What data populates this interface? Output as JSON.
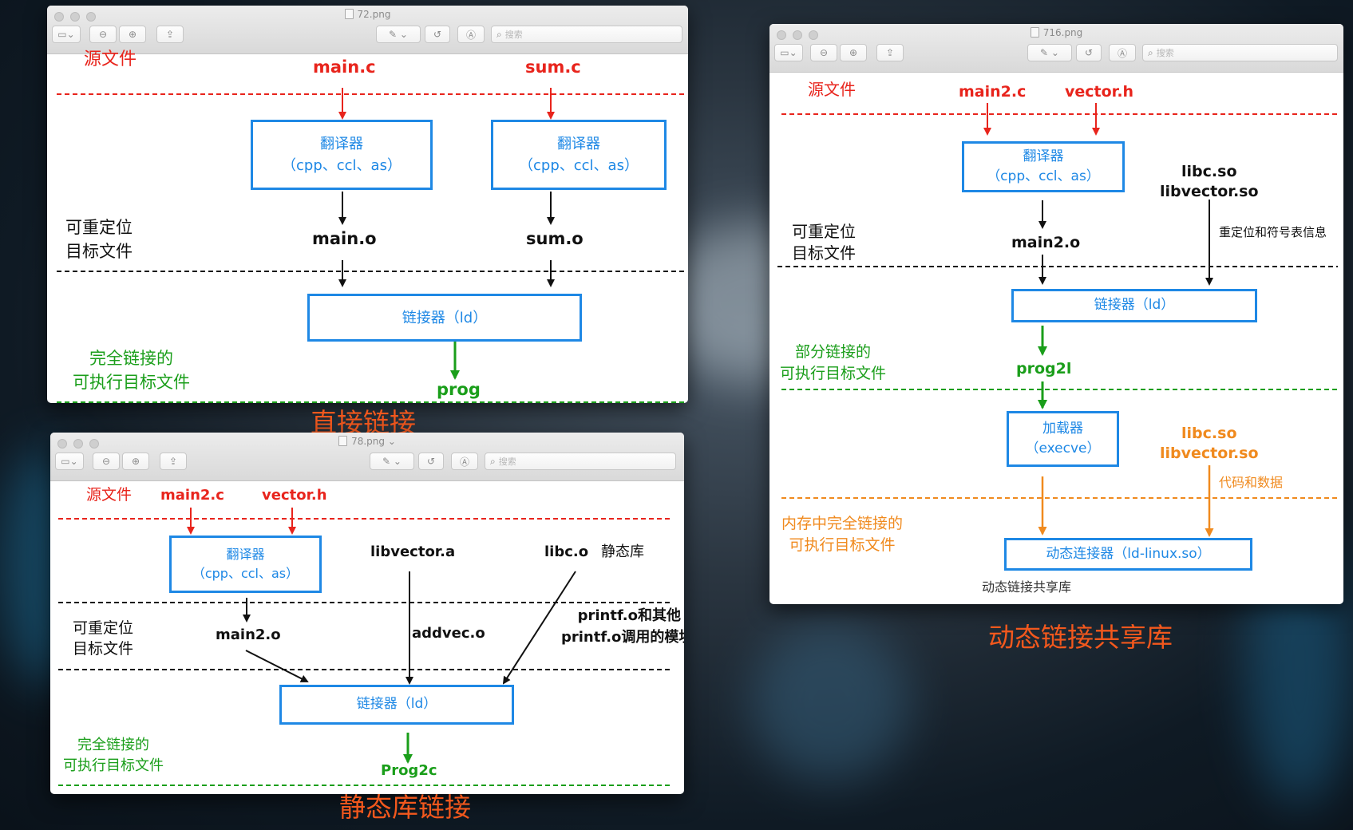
{
  "colors": {
    "red": "#e8241c",
    "blue": "#1e88e5",
    "green": "#1a9e1a",
    "orange": "#f08a1e",
    "black": "#111111",
    "caption_orange": "#f2581d"
  },
  "toolbar_icons": [
    "sidebar-icon",
    "zoom-out-icon",
    "zoom-in-icon",
    "share-icon",
    "markup-pen-icon",
    "chevron-down-icon",
    "rotate-icon",
    "annotate-icon",
    "search-icon"
  ],
  "search_placeholder": "搜索",
  "windows": {
    "direct": {
      "filename": "72.png",
      "caption": "直接链接",
      "label_source": "源文件",
      "label_reloc_1": "可重定位",
      "label_reloc_2": "目标文件",
      "label_exec_1": "完全链接的",
      "label_exec_2": "可执行目标文件",
      "src_a": "main.c",
      "src_b": "sum.c",
      "tr_a_1": "翻译器",
      "tr_a_2": "（cpp、ccl、as）",
      "tr_b_1": "翻译器",
      "tr_b_2": "（cpp、ccl、as）",
      "obj_a": "main.o",
      "obj_b": "sum.o",
      "linker": "链接器（ld）",
      "output": "prog"
    },
    "static": {
      "filename": "78.png",
      "caption": "静态库链接",
      "label_source": "源文件",
      "src_a": "main2.c",
      "src_b": "vector.h",
      "tr_1": "翻译器",
      "tr_2": "（cpp、ccl、as）",
      "lib_vector": "libvector.a",
      "lib_c": "libc.o",
      "lib_c_note": "静态库",
      "label_reloc_1": "可重定位",
      "label_reloc_2": "目标文件",
      "obj": "main2.o",
      "addvec": "addvec.o",
      "printf_1": "printf.o和其他",
      "printf_2": "printf.o调用的模块",
      "linker": "链接器（ld）",
      "label_exec_1": "完全链接的",
      "label_exec_2": "可执行目标文件",
      "output": "Prog2c"
    },
    "dynamic": {
      "filename": "716.png",
      "caption": "动态链接共享库",
      "label_source": "源文件",
      "src_a": "main2.c",
      "src_b": "vector.h",
      "tr_1": "翻译器",
      "tr_2": "（cpp、ccl、as）",
      "libs_1": "libc.so",
      "libs_2": "libvector.so",
      "reloc_info": "重定位和符号表信息",
      "label_reloc_1": "可重定位",
      "label_reloc_2": "目标文件",
      "obj": "main2.o",
      "linker": "链接器（ld）",
      "label_partial_1": "部分链接的",
      "label_partial_2": "可执行目标文件",
      "partial_out": "prog2l",
      "loader_1": "加载器",
      "loader_2": "（execve）",
      "libs_orange_1": "libc.so",
      "libs_orange_2": "libvector.so",
      "code_data": "代码和数据",
      "label_mem_1": "内存中完全链接的",
      "label_mem_2": "可执行目标文件",
      "dyn_linker": "动态连接器（ld-linux.so）",
      "footer": "动态链接共享库"
    }
  }
}
